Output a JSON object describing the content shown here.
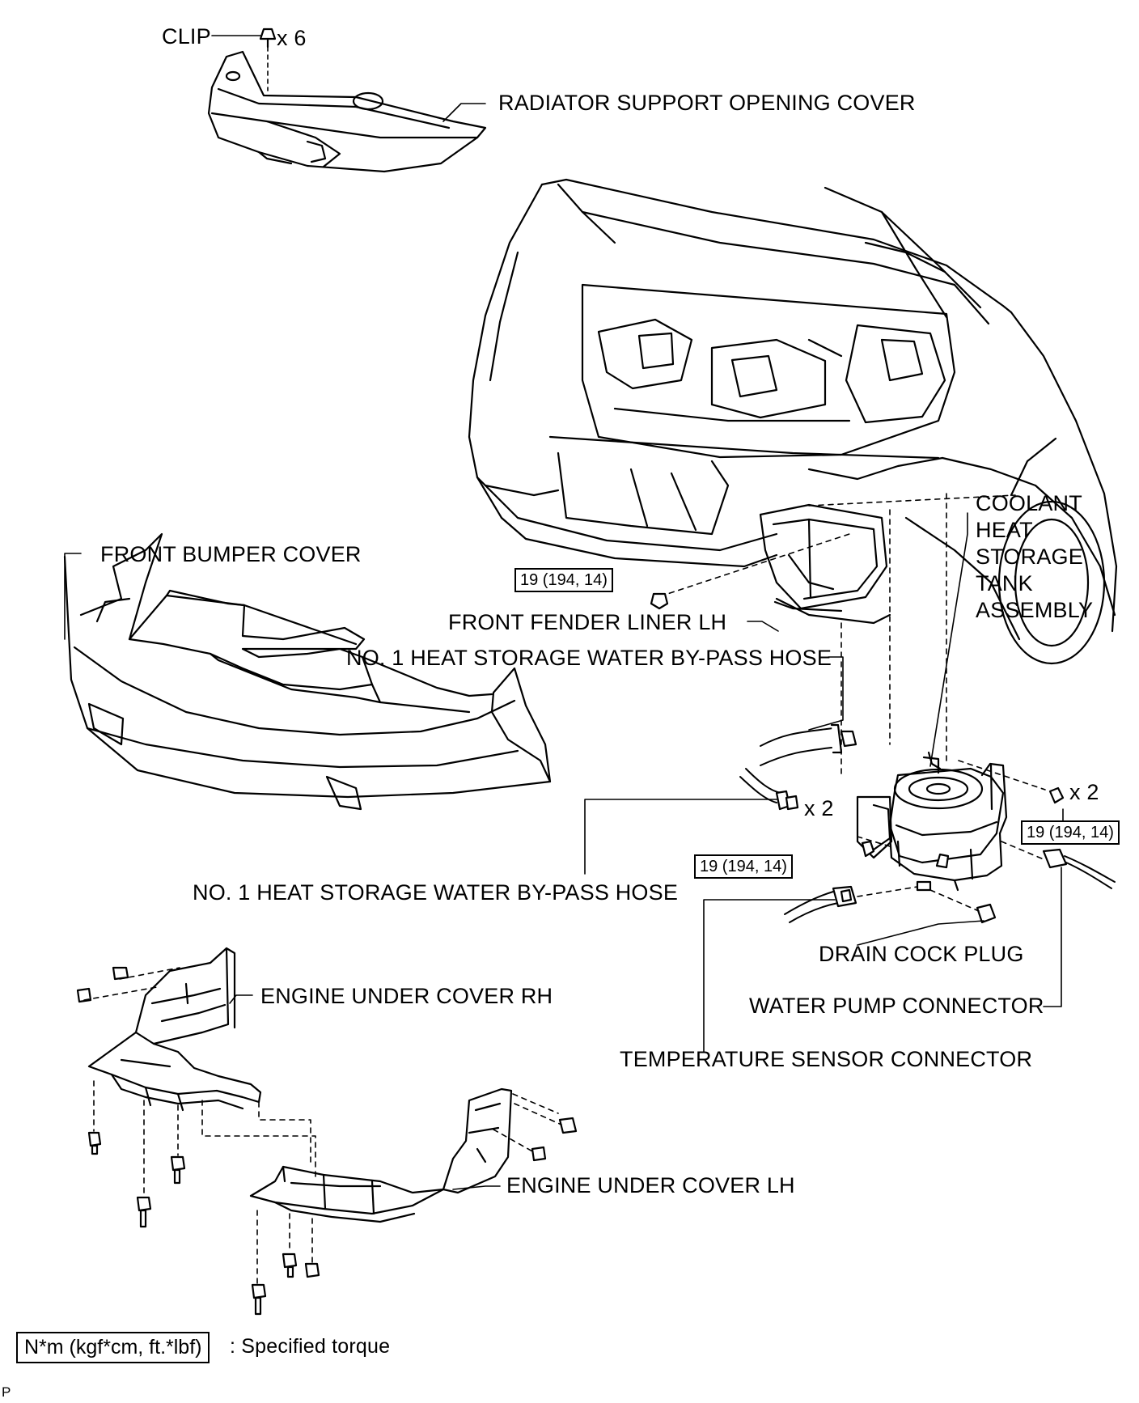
{
  "labels": {
    "clip": "CLIP",
    "clip_qty": "x 6",
    "radiator_cover": "RADIATOR SUPPORT OPENING COVER",
    "coolant_tank": [
      "COOLANT",
      "HEAT",
      "STORAGE",
      "TANK",
      "ASSEMBLY"
    ],
    "front_bumper": "FRONT BUMPER COVER",
    "fender_liner": "FRONT FENDER LINER LH",
    "bypass_hose_1": "NO. 1 HEAT STORAGE WATER BY-PASS HOSE",
    "bypass_hose_2": "NO. 1 HEAT STORAGE WATER BY-PASS HOSE",
    "hose_clip_qty": "x 2",
    "bolt_qty": "x 2",
    "drain_cock": "DRAIN COCK PLUG",
    "water_pump_conn": "WATER PUMP CONNECTOR",
    "temp_sensor_conn": "TEMPERATURE SENSOR CONNECTOR",
    "under_cover_rh": "ENGINE UNDER COVER RH",
    "under_cover_lh": "ENGINE UNDER COVER LH"
  },
  "torque": {
    "fender": "19 (194, 14)",
    "tank_left": "19 (194, 14)",
    "tank_right": "19 (194, 14)"
  },
  "legend": {
    "box": "N*m (kgf*cm, ft.*lbf)",
    "text": ": Specified torque"
  },
  "footer": "P"
}
